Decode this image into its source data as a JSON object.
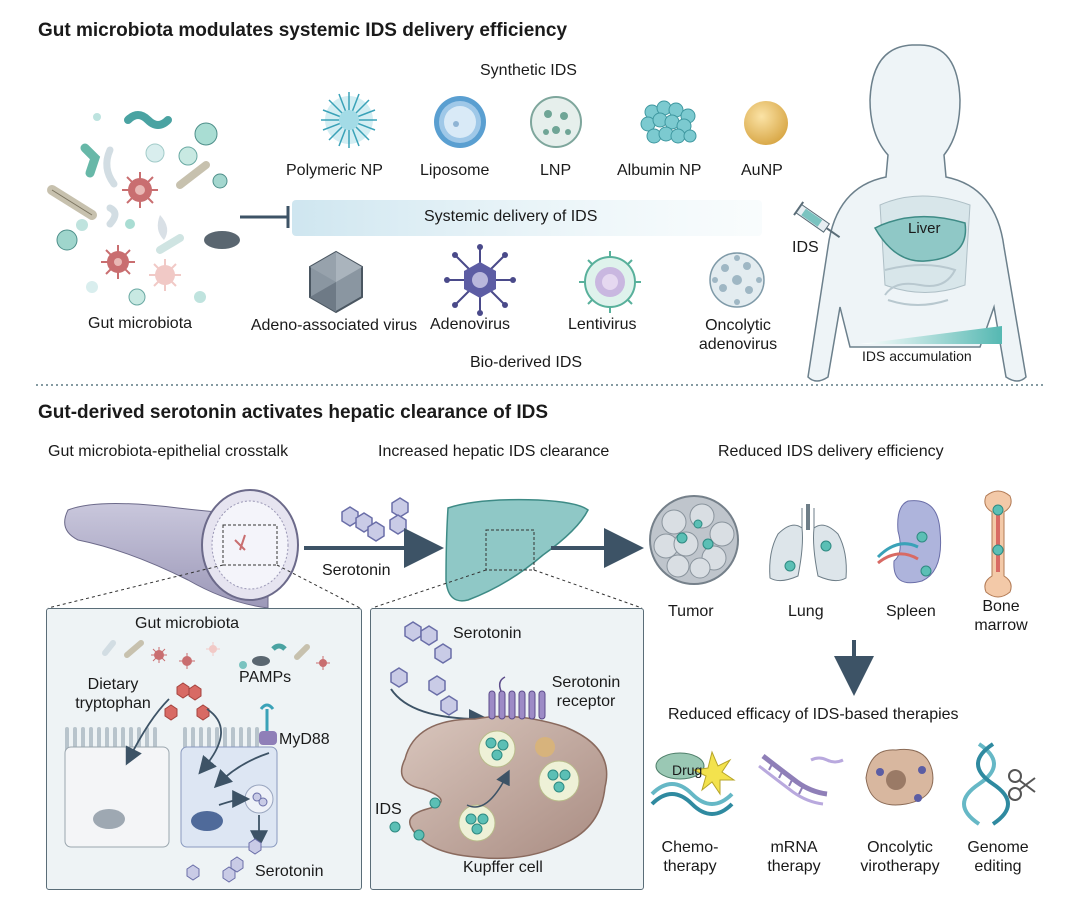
{
  "section1": {
    "title": "Gut microbiota modulates systemic IDS delivery efficiency",
    "synthetic_header": "Synthetic IDS",
    "synthetic_items": [
      "Polymeric NP",
      "Liposome",
      "LNP",
      "Albumin NP",
      "AuNP"
    ],
    "delivery_label": "Systemic delivery of IDS",
    "bio_items": [
      "Adeno-associated virus",
      "Adenovirus",
      "Lentivirus",
      "Oncolytic adenovirus"
    ],
    "bio_header": "Bio-derived IDS",
    "gut_label": "Gut microbiota",
    "ids_label": "IDS",
    "liver_label": "Liver",
    "accumulation_label": "IDS accumulation"
  },
  "section2": {
    "title": "Gut-derived serotonin activates hepatic clearance of IDS",
    "step1": "Gut microbiota-epithelial crosstalk",
    "step2": "Increased hepatic IDS clearance",
    "step3": "Reduced IDS delivery efficiency",
    "serotonin_arrow_label": "Serotonin",
    "organs": [
      "Tumor",
      "Lung",
      "Spleen",
      "Bone marrow"
    ],
    "efficacy_label": "Reduced efficacy of IDS-based therapies",
    "therapies": [
      "Chemo-therapy",
      "mRNA therapy",
      "Oncolytic virotherapy",
      "Genome editing"
    ],
    "drug_label": "Drug",
    "left_panel": {
      "title": "Gut microbiota",
      "dietary": "Dietary tryptophan",
      "pamps": "PAMPs",
      "myd88": "MyD88",
      "serotonin": "Serotonin"
    },
    "mid_panel": {
      "serotonin": "Serotonin",
      "receptor": "Serotonin receptor",
      "ids": "IDS",
      "kupffer": "Kupffer cell"
    }
  },
  "colors": {
    "teal": "#5bbfb5",
    "liver": "#8fc8c6",
    "dark": "#2f3e4a",
    "arrow": "#3d5366",
    "purple": "#8f7fb8",
    "red": "#d86a64"
  }
}
